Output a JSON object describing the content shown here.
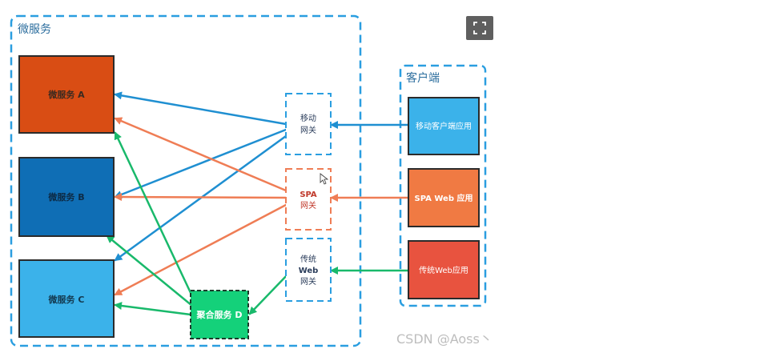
{
  "regions": {
    "microservices_label": "微服务",
    "clients_label": "客户端"
  },
  "services": [
    {
      "label": "微服务 A",
      "color": "#d94d14"
    },
    {
      "label": "微服务 B",
      "color": "#0f6eb5"
    },
    {
      "label": "微服务 C",
      "color": "#3bb2ea"
    }
  ],
  "aggregate": {
    "label": "聚合服务 D",
    "color": "#14d17a"
  },
  "gateways": [
    {
      "lines": [
        "移动",
        "网关"
      ],
      "color": "#2c3e5c"
    },
    {
      "lines": [
        "SPA",
        "网关"
      ],
      "color": "#c0392b"
    },
    {
      "lines": [
        "传统",
        "Web",
        "网关"
      ],
      "color": "#2c3e5c"
    }
  ],
  "clients": [
    {
      "label": "移动客户端应用",
      "color": "#3bb2ea"
    },
    {
      "label": "SPA Web 应用",
      "color": "#f07a43"
    },
    {
      "label": "传统Web应用",
      "color": "#e8533f"
    }
  ],
  "arrow_colors": {
    "mobile": "#1f8fd1",
    "spa": "#ef7d55",
    "web": "#19b96b"
  },
  "watermark": "CSDN @Aoss丶",
  "expand_icon": "expand-icon"
}
